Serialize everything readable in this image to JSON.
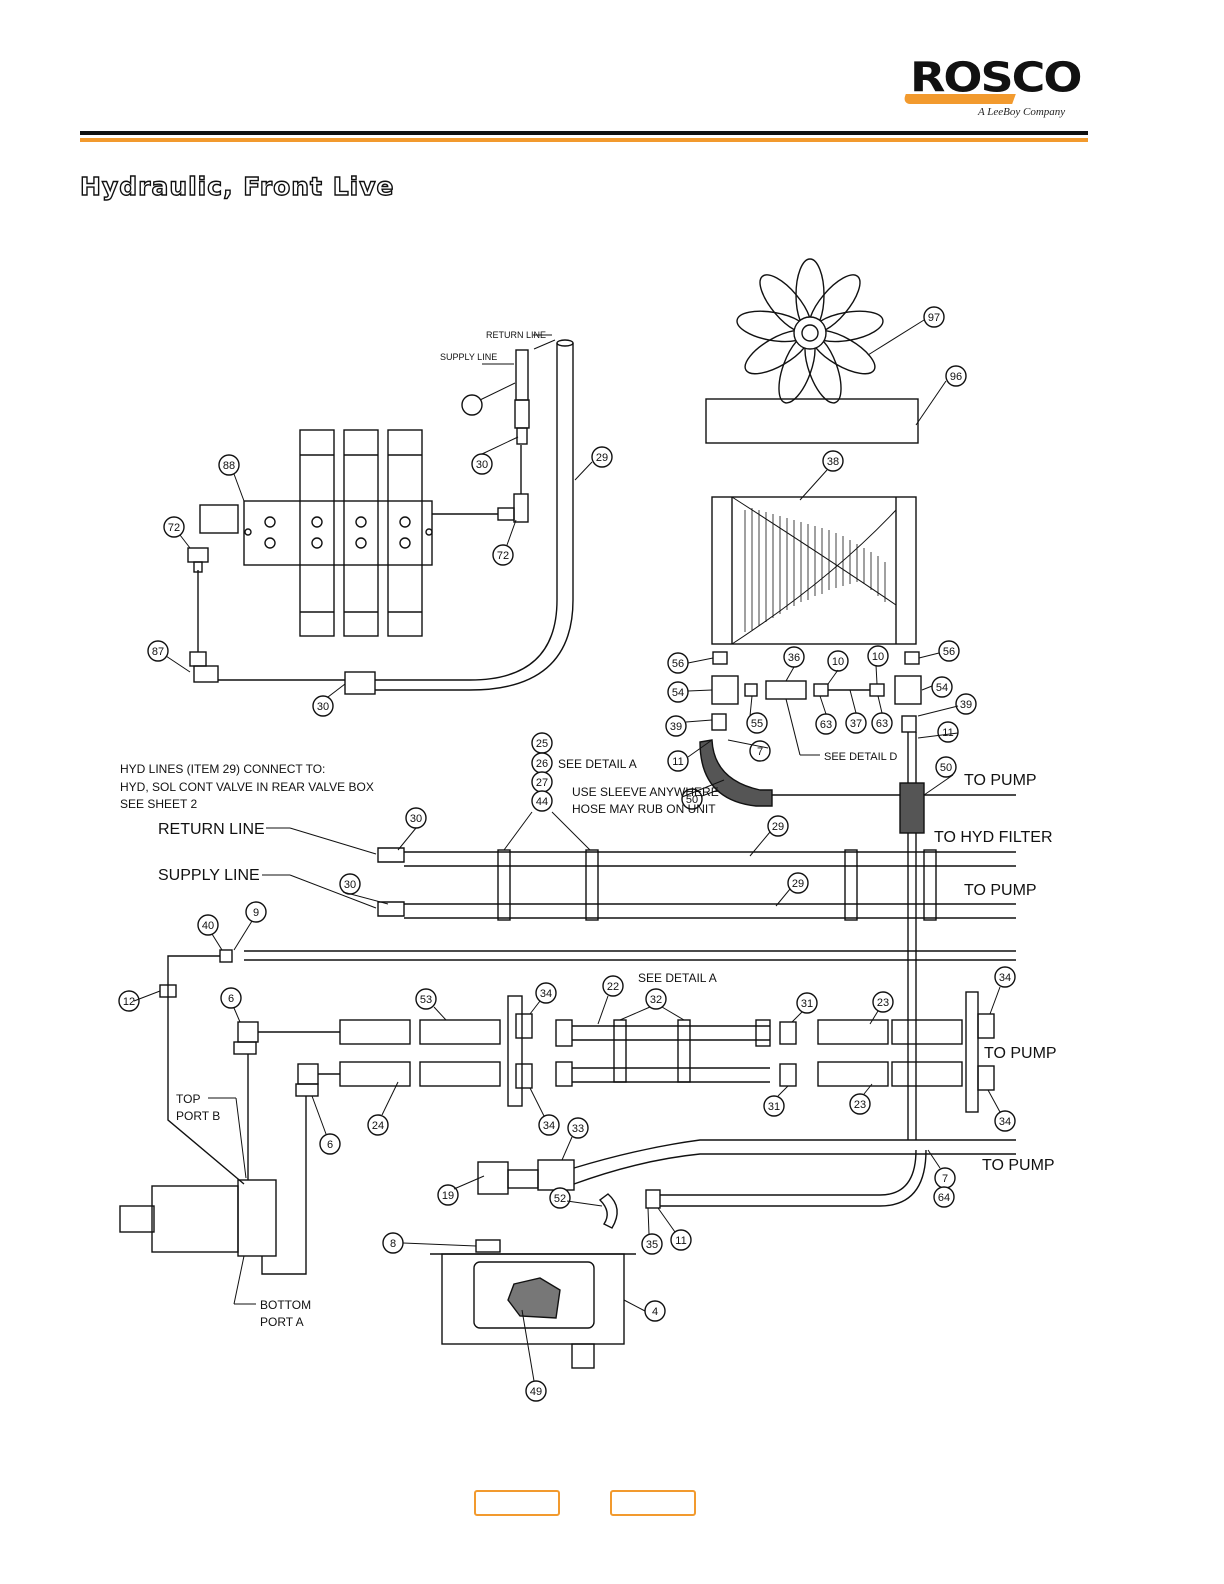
{
  "logo": {
    "word": "ROSCO",
    "tagline": "A LeeBoy Company"
  },
  "page_title": "Hydraulic, Front Live",
  "labels": {
    "return_line_small": "RETURN LINE",
    "supply_line_small": "SUPPLY LINE",
    "return_line": "RETURN LINE",
    "supply_line": "SUPPLY LINE",
    "note_1": "HYD LINES (ITEM 29) CONNECT TO:",
    "note_2": "HYD, SOL CONT VALVE IN REAR VALVE BOX",
    "note_3": "SEE SHEET 2",
    "see_detail_a_1": "SEE DETAIL A",
    "see_detail_a_2": "SEE DETAIL A",
    "see_detail_d": "SEE DETAIL D",
    "sleeve_1": "USE SLEEVE ANYWHERE",
    "sleeve_2": "HOSE MAY RUB ON UNIT",
    "to_pump_1": "TO PUMP",
    "to_hyd_filter": "TO HYD FILTER",
    "to_pump_2": "TO PUMP",
    "to_pump_3": "TO PUMP",
    "to_pump_4": "TO PUMP",
    "top_port_1": "TOP",
    "top_port_2": "PORT B",
    "bottom_port_1": "BOTTOM",
    "bottom_port_2": "PORT A"
  },
  "callouts": [
    "97",
    "96",
    "38",
    "29",
    "30",
    "88",
    "72",
    "72",
    "87",
    "30",
    "56",
    "56",
    "36",
    "10",
    "10",
    "54",
    "54",
    "55",
    "63",
    "37",
    "63",
    "39",
    "39",
    "11",
    "11",
    "7",
    "50",
    "50",
    "25",
    "26",
    "27",
    "44",
    "30",
    "29",
    "30",
    "29",
    "40",
    "9",
    "12",
    "6",
    "53",
    "34",
    "22",
    "32",
    "31",
    "23",
    "34",
    "24",
    "6",
    "34",
    "31",
    "23",
    "34",
    "33",
    "19",
    "52",
    "35",
    "11",
    "7",
    "64",
    "8",
    "4",
    "49"
  ],
  "nav": {
    "prev": "",
    "next": ""
  }
}
